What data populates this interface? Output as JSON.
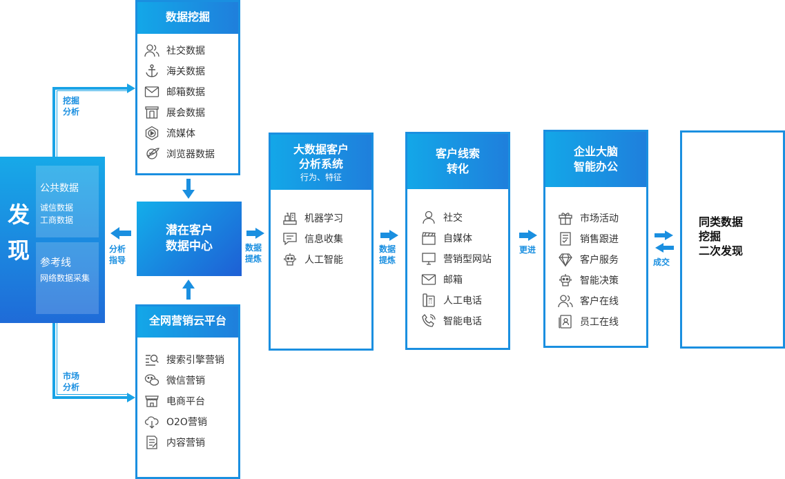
{
  "left": {
    "title_chars": [
      "发",
      "现"
    ],
    "public": {
      "title": "公共数据",
      "sub1": "诚信数据",
      "sub2": "工商数据"
    },
    "reference": {
      "title": "参考线",
      "sub1": "网络数据采集"
    }
  },
  "mining": {
    "title": "数据挖掘",
    "items": [
      {
        "label": "社交数据",
        "icon": "users-icon"
      },
      {
        "label": "海关数据",
        "icon": "anchor-icon"
      },
      {
        "label": "邮箱数据",
        "icon": "mail-icon"
      },
      {
        "label": "展会数据",
        "icon": "exhibition-icon"
      },
      {
        "label": "流媒体",
        "icon": "play-icon"
      },
      {
        "label": "浏览器数据",
        "icon": "browser-icon"
      }
    ]
  },
  "center": {
    "line1": "潜在客户",
    "line2": "数据中心"
  },
  "marketing": {
    "title": "全网营销云平台",
    "items": [
      {
        "label": "搜索引擎营销",
        "icon": "search-list-icon"
      },
      {
        "label": "微信营销",
        "icon": "wechat-icon"
      },
      {
        "label": "电商平台",
        "icon": "shop-icon"
      },
      {
        "label": "O2O营销",
        "icon": "cloud-icon"
      },
      {
        "label": "内容营销",
        "icon": "document-icon"
      }
    ]
  },
  "bigdata": {
    "title1": "大数据客户",
    "title2": "分析系统",
    "sub": "行为、特征",
    "items": [
      {
        "label": "机器学习",
        "icon": "machine-icon"
      },
      {
        "label": "信息收集",
        "icon": "message-icon"
      },
      {
        "label": "人工智能",
        "icon": "robot-icon"
      }
    ]
  },
  "leads": {
    "title1": "客户线索",
    "title2": "转化",
    "items": [
      {
        "label": "社交",
        "icon": "user-icon"
      },
      {
        "label": "自媒体",
        "icon": "clapper-icon"
      },
      {
        "label": "营销型网站",
        "icon": "monitor-icon"
      },
      {
        "label": "邮箱",
        "icon": "mail-icon"
      },
      {
        "label": "人工电话",
        "icon": "desk-phone-icon"
      },
      {
        "label": "智能电话",
        "icon": "phone-icon"
      }
    ]
  },
  "brain": {
    "title1": "企业大脑",
    "title2": "智能办公",
    "items": [
      {
        "label": "市场活动",
        "icon": "gift-icon"
      },
      {
        "label": "销售跟进",
        "icon": "checklist-icon"
      },
      {
        "label": "客户服务",
        "icon": "diamond-icon"
      },
      {
        "label": "智能决策",
        "icon": "robot-icon"
      },
      {
        "label": "客户在线",
        "icon": "users-icon"
      },
      {
        "label": "员工在线",
        "icon": "id-card-icon"
      }
    ]
  },
  "final": {
    "line1": "同类数据",
    "line2": "挖掘",
    "line3": "二次发现"
  },
  "labels": {
    "mine_analysis": [
      "挖掘",
      "分析"
    ],
    "market_analysis": [
      "市场",
      "分析"
    ],
    "analysis_guide": [
      "分析",
      "指导"
    ],
    "extract1": [
      "数据",
      "提炼"
    ],
    "extract2": [
      "数据",
      "提炼"
    ],
    "advance": "更进",
    "deal": "成交"
  },
  "colors": {
    "primary": "#1a8fe0",
    "accent": "#13a7e8",
    "dark": "#1f63d6"
  }
}
